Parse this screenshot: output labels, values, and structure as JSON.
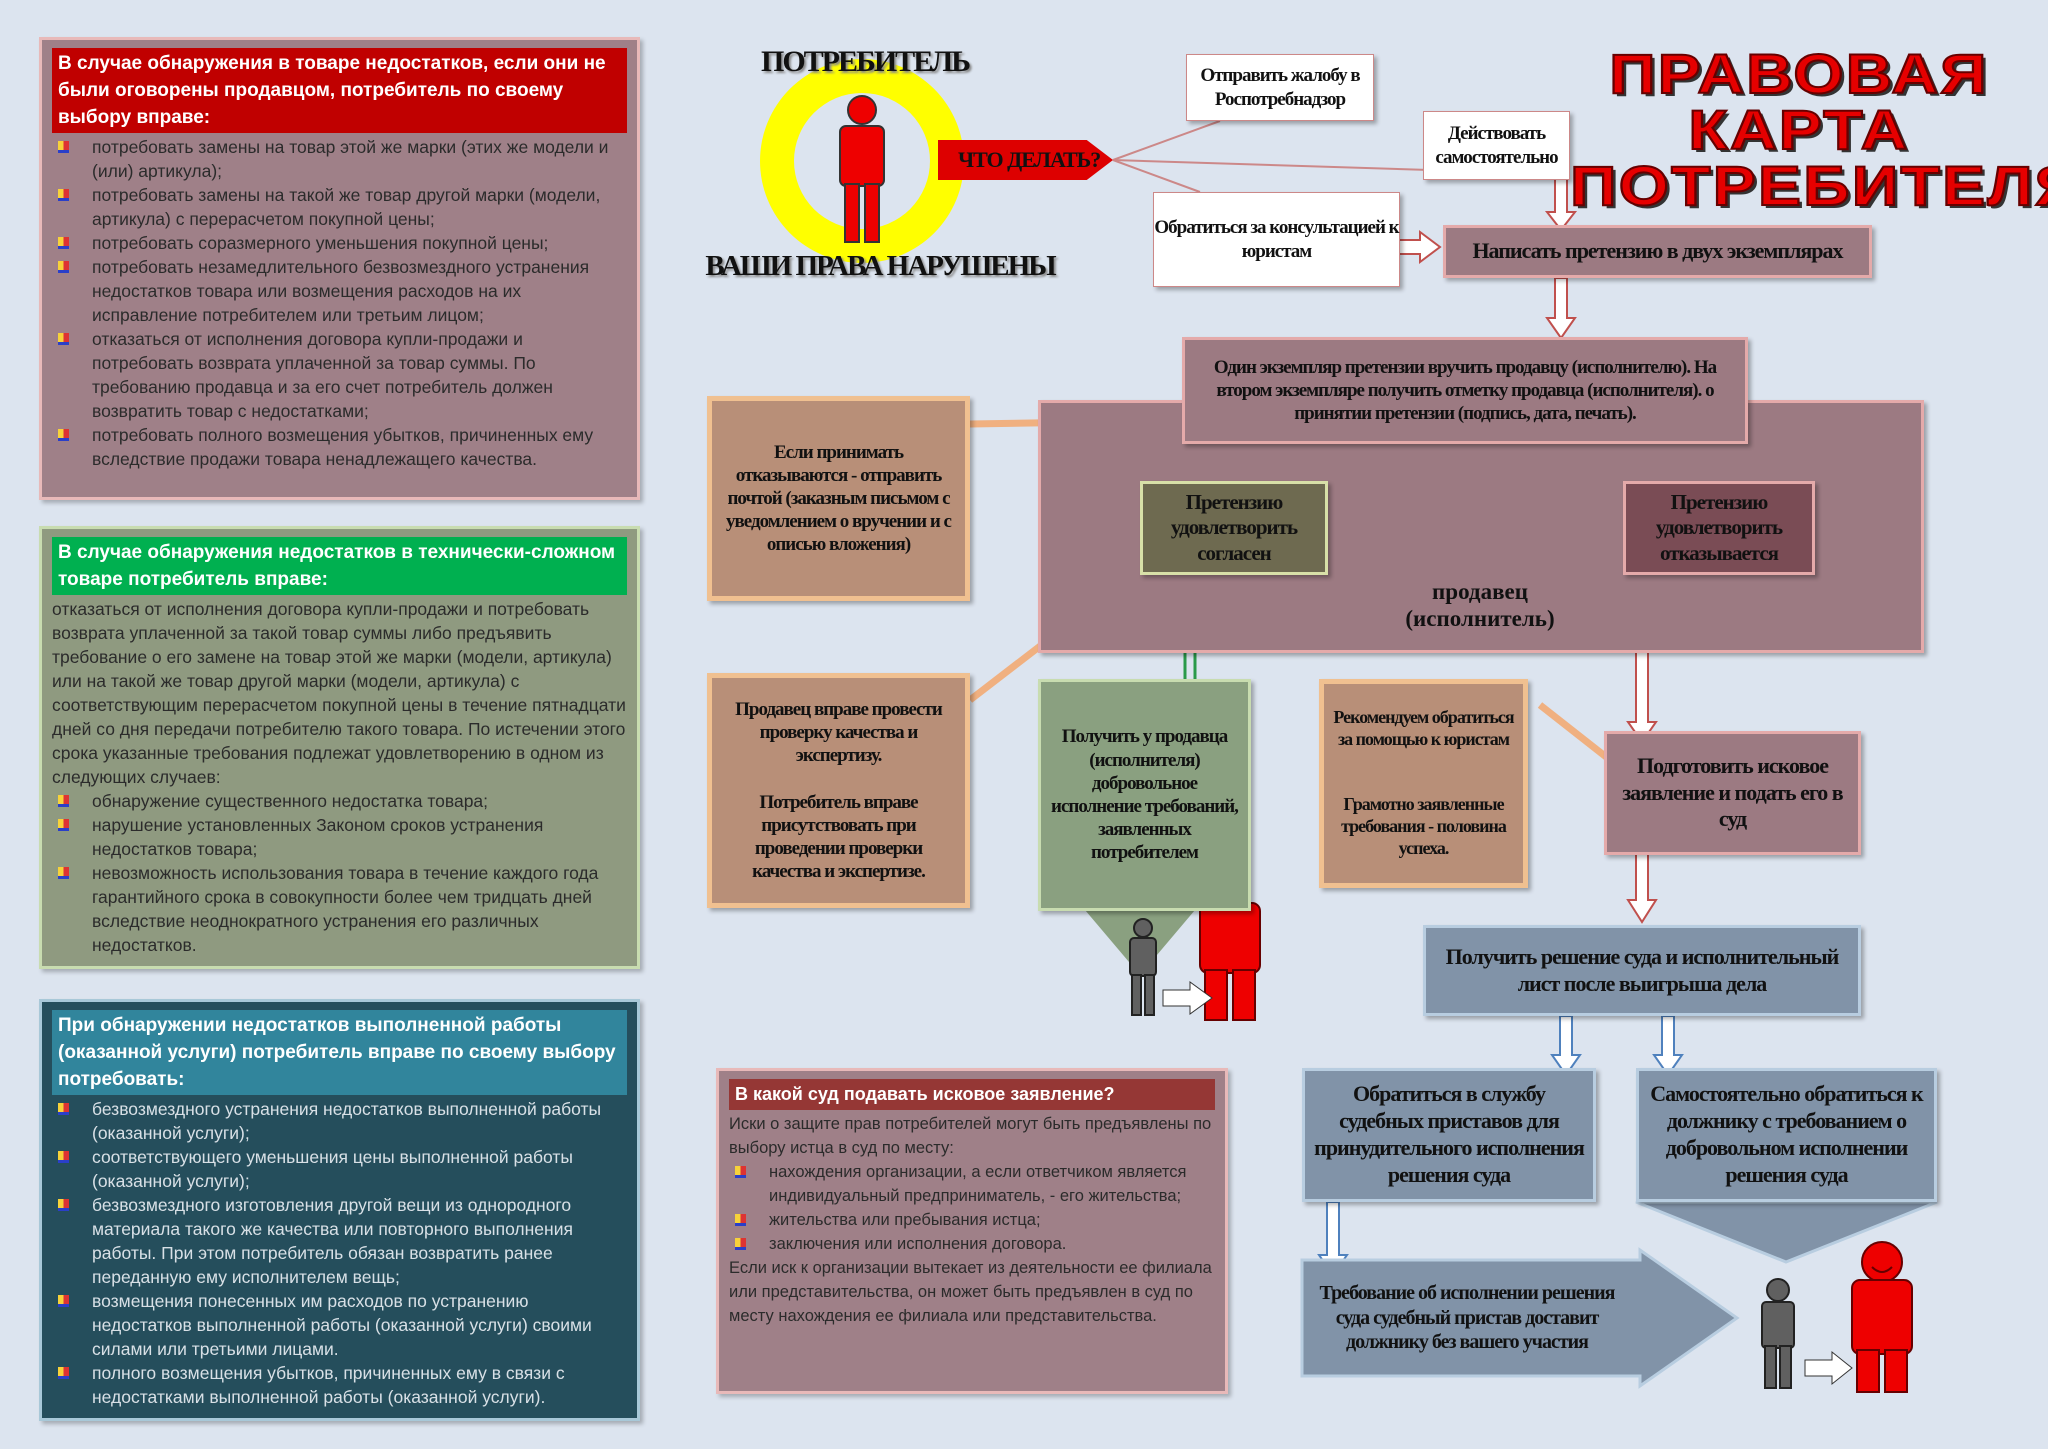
{
  "title": [
    "ПРАВОВАЯ",
    "КАРТА",
    "ПОТРЕБИТЕЛЯ"
  ],
  "consumer": {
    "label": "ПОТРЕБИТЕЛЬ",
    "caption": "ВАШИ ПРАВА НАРУШЕНЫ",
    "what_to_do": "ЧТО ДЕЛАТЬ?"
  },
  "panel_goods": {
    "header": "В случае обнаружения в товаре недостатков, если они не были оговорены продавцом, потребитель по своему выбору вправе:",
    "items": [
      "потребовать замены на товар этой же марки (этих же модели и (или) артикула);",
      "потребовать замены на такой же товар другой марки (модели, артикула) с перерасчетом покупной цены;",
      "потребовать соразмерного уменьшения покупной цены;",
      "потребовать незамедлительного безвозмездного устранения недостатков товара или возмещения расходов на их исправление потребителем или третьим лицом;",
      "отказаться от исполнения договора купли-продажи и потребовать возврата уплаченной за товар суммы. По требованию продавца и за его счет потребитель должен возвратить товар с недостатками;",
      "потребовать  полного возмещения убытков, причиненных ему вследствие продажи товара ненадлежащего качества."
    ]
  },
  "panel_complex": {
    "header": "В случае обнаружения недостатков в технически-сложном товаре потребитель вправе:",
    "intro": "отказаться от исполнения договора купли-продажи и потребовать возврата уплаченной за такой товар суммы либо предъявить требование о его замене на товар этой же марки (модели, артикула) или на такой же товар другой марки (модели, артикула) с соответствующим перерасчетом покупной цены в течение пятнадцати дней со дня передачи потребителю такого товара. По истечении этого срока указанные требования подлежат удовлетворению в одном из следующих случаев:",
    "items": [
      "обнаружение существенного недостатка товара;",
      "нарушение установленных Законом сроков устранения недостатков товара;",
      "невозможность использования товара в течение каждого года гарантийного срока в совокупности более чем тридцать дней вследствие неоднократного устранения его различных недостатков."
    ]
  },
  "panel_service": {
    "header": "При обнаружении недостатков выполненной работы (оказанной услуги) потребитель вправе по своему выбору потребовать:",
    "items": [
      "безвозмездного устранения недостатков выполненной работы (оказанной услуги);",
      "соответствующего уменьшения цены выполненной работы (оказанной услуги);",
      "безвозмездного изготовления другой вещи из однородного материала такого же качества или повторного выполнения работы. При этом потребитель обязан возвратить ранее переданную ему исполнителем вещь;",
      "возмещения понесенных им расходов по устранению недостатков выполненной работы (оказанной услуги) своими силами или третьими лицами.",
      "полного возмещения убытков, причиненных ему в связи с недостатками выполненной работы (оказанной услуги)."
    ]
  },
  "panel_court": {
    "header": "В какой суд подавать исковое заявление?",
    "intro": "Иски о защите прав потребителей могут быть предъявлены по выбору истца в суд по месту:",
    "items": [
      "нахождения организации, а если ответчиком является индивидуальный предприниматель, - его жительства;",
      "жительства или пребывания истца;",
      "заключения или исполнения договора."
    ],
    "outro": "Если иск к организации вытекает из деятельности ее филиала или представительства, он может быть предъявлен в суд по месту нахождения ее филиала или представительства."
  },
  "flow": {
    "complaint": "Отправить жалобу в Роспотребнадзор",
    "self": "Действовать самостоятельно",
    "consult": "Обратиться за консультацией к юристам",
    "write": "Написать претензию в двух экземплярах",
    "deliver": "Один экземпляр претензии вручить продавцу (исполнителю). На втором экземпляре получить отметку продавца (исполнителя). о принятии претензии (подпись, дата, печать).",
    "mail": "Если принимать отказываются - отправить почтой (заказным письмом с уведомлением о вручении и с описью вложения)",
    "agree": "Претензию удовлетворить согласен",
    "refuse": "Претензию удовлетворить отказывается",
    "seller": "продавец (исполнитель)",
    "expertise": "Продавец вправе провести проверку качества и экспертизу.\n\nПотребитель вправе присутствовать при проведении проверки качества и экспертизе.",
    "voluntary": "Получить у продавца (исполнителя) добровольное исполнение требований, заявленных потребителем",
    "lawyers": "Рекомендуем обратиться за помощью к юристам\n\n\nГрамотно заявленные требования - половина успеха.",
    "lawsuit": "Подготовить исковое заявление и подать его в суд",
    "decision": "Получить решение суда и исполнительный лист после выигрыша дела",
    "bailiffs": "Обратиться в службу судебных  приставов для принудительного исполнения решения суда",
    "debtor": "Самостоятельно обратиться к должнику с требованием о добровольном исполнении решения суда",
    "bailiff_action": "Требование об исполнении решения суда судебный пристав доставит должнику без вашего участия"
  },
  "colors": {
    "red_header": "#c00000",
    "green_header": "#00b050",
    "teal_header": "#31859c",
    "court_header": "#953735"
  }
}
